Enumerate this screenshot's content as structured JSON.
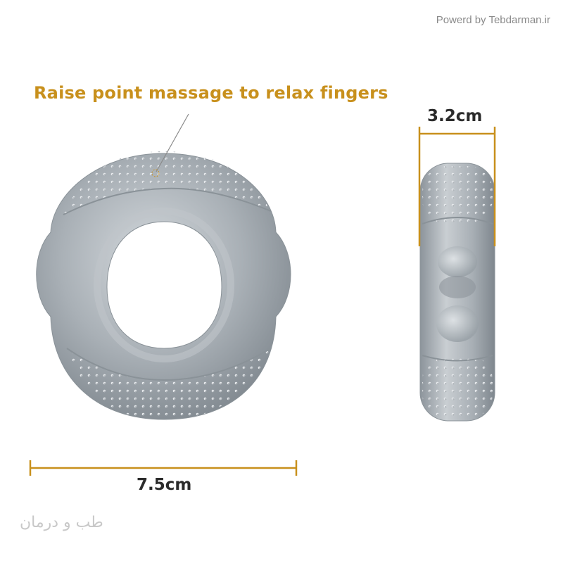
{
  "watermark": {
    "text": "Powerd by Tebdarman.ir"
  },
  "annotation": {
    "text": "Raise point massage to relax fingers"
  },
  "dimensions": {
    "width_label": "7.5cm",
    "thickness_label": "3.2cm"
  },
  "logo": {
    "text": "طب و درمان"
  },
  "colors": {
    "accent": "#c8901c",
    "ring_body": "#a9b0b6",
    "ring_shadow": "#7f878e",
    "ring_highlight": "#d3d8dc",
    "background": "#ffffff",
    "watermark": "#8a8a8a"
  }
}
